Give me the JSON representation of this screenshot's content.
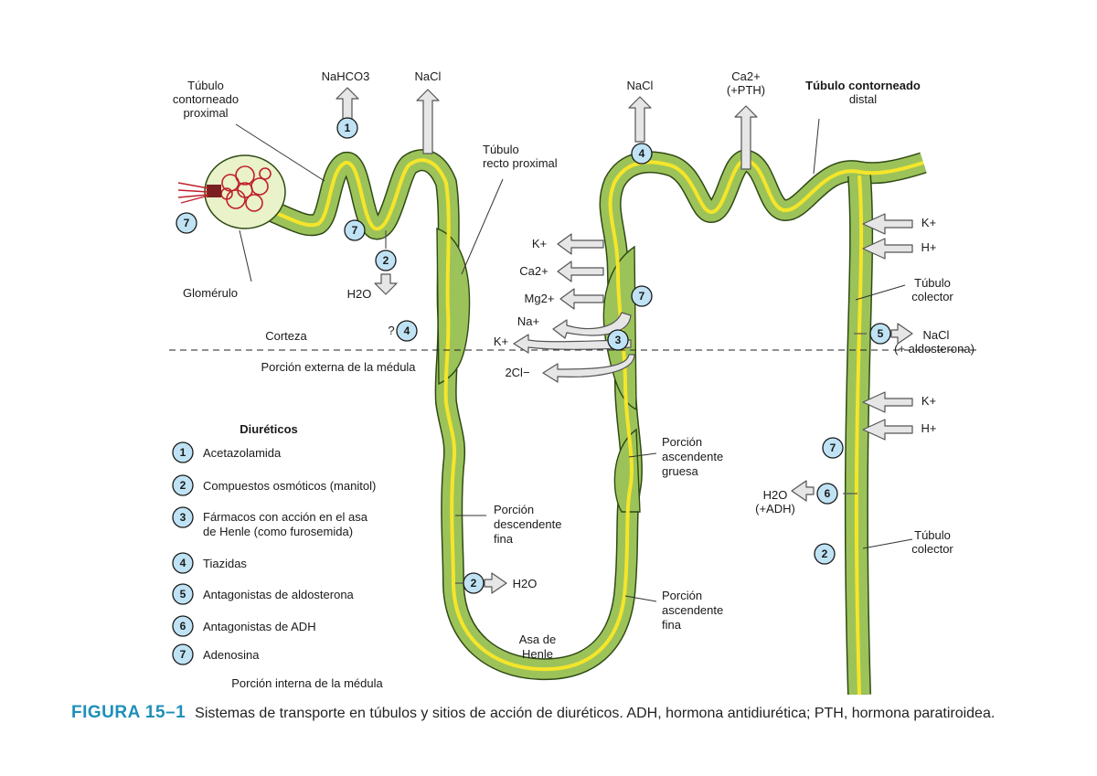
{
  "labels": {
    "tcp": [
      "Túbulo",
      "contorneado",
      "proximal"
    ],
    "nahco3": "NaHCO3",
    "nacl_left": "NaCl",
    "trp": [
      "Túbulo",
      "recto proximal"
    ],
    "nacl_right": "NaCl",
    "ca_pth": [
      "Ca2+",
      "(+PTH)"
    ],
    "tcd": [
      "Túbulo contorneado",
      "distal"
    ],
    "glomerulo": "Glomérulo",
    "h2o_left": "H2O",
    "question": "?",
    "corteza": "Corteza",
    "medula_ext": "Porción externa de la médula",
    "k_left": "K+",
    "ca_left": "Ca2+",
    "mg_left": "Mg2+",
    "na_left": "Na+",
    "k_left2": "K+",
    "cl_left": "2Cl−",
    "k_right1": "K+",
    "h_right1": "H+",
    "tc1": [
      "Túbulo",
      "colector"
    ],
    "nacl_aldo": [
      "NaCl",
      "(+ aldosterona)"
    ],
    "k_right2": "K+",
    "h_right2": "H+",
    "h2o_adh": [
      "H2O",
      "(+ADH)"
    ],
    "tc2": [
      "Túbulo",
      "colector"
    ],
    "ascendente_gruesa": [
      "Porción",
      "ascendente",
      "gruesa"
    ],
    "descendente_fina": [
      "Porción",
      "descendente",
      "fina"
    ],
    "h2o_henle": "H2O",
    "asa_henle": [
      "Asa de",
      "Henle"
    ],
    "ascendente_fina": [
      "Porción",
      "ascendente",
      "fina"
    ],
    "medula_int": "Porción interna de la médula"
  },
  "legend": {
    "title": "Diuréticos",
    "items": [
      {
        "num": "1",
        "lines": [
          "Acetazolamida"
        ]
      },
      {
        "num": "2",
        "lines": [
          "Compuestos osmóticos (manitol)"
        ]
      },
      {
        "num": "3",
        "lines": [
          "Fármacos con acción en el asa",
          "de Henle (como furosemida)"
        ]
      },
      {
        "num": "4",
        "lines": [
          "Tiazidas"
        ]
      },
      {
        "num": "5",
        "lines": [
          "Antagonistas de aldosterona"
        ]
      },
      {
        "num": "6",
        "lines": [
          "Antagonistas de ADH"
        ]
      },
      {
        "num": "7",
        "lines": [
          "Adenosina"
        ]
      }
    ]
  },
  "badges": {
    "b1": "1",
    "b2": "2",
    "b3": "3",
    "b4": "4",
    "b5": "5",
    "b6": "6",
    "b7": "7"
  },
  "caption": {
    "figure": "FIGURA 15–1",
    "text": "Sistemas de transporte en túbulos y sitios de acción de diuréticos. ADH, hormona antidiurética; PTH, hormona paratiroidea."
  },
  "colors": {
    "tubule": "#9cc35a",
    "tubule_edge": "#2f4a14",
    "lumen": "#f5e52a",
    "glomerulus": "#e9f2c8",
    "capillary": "#c0202a",
    "badge": "#bfe3f4",
    "caption_accent": "#1f8fb8"
  }
}
